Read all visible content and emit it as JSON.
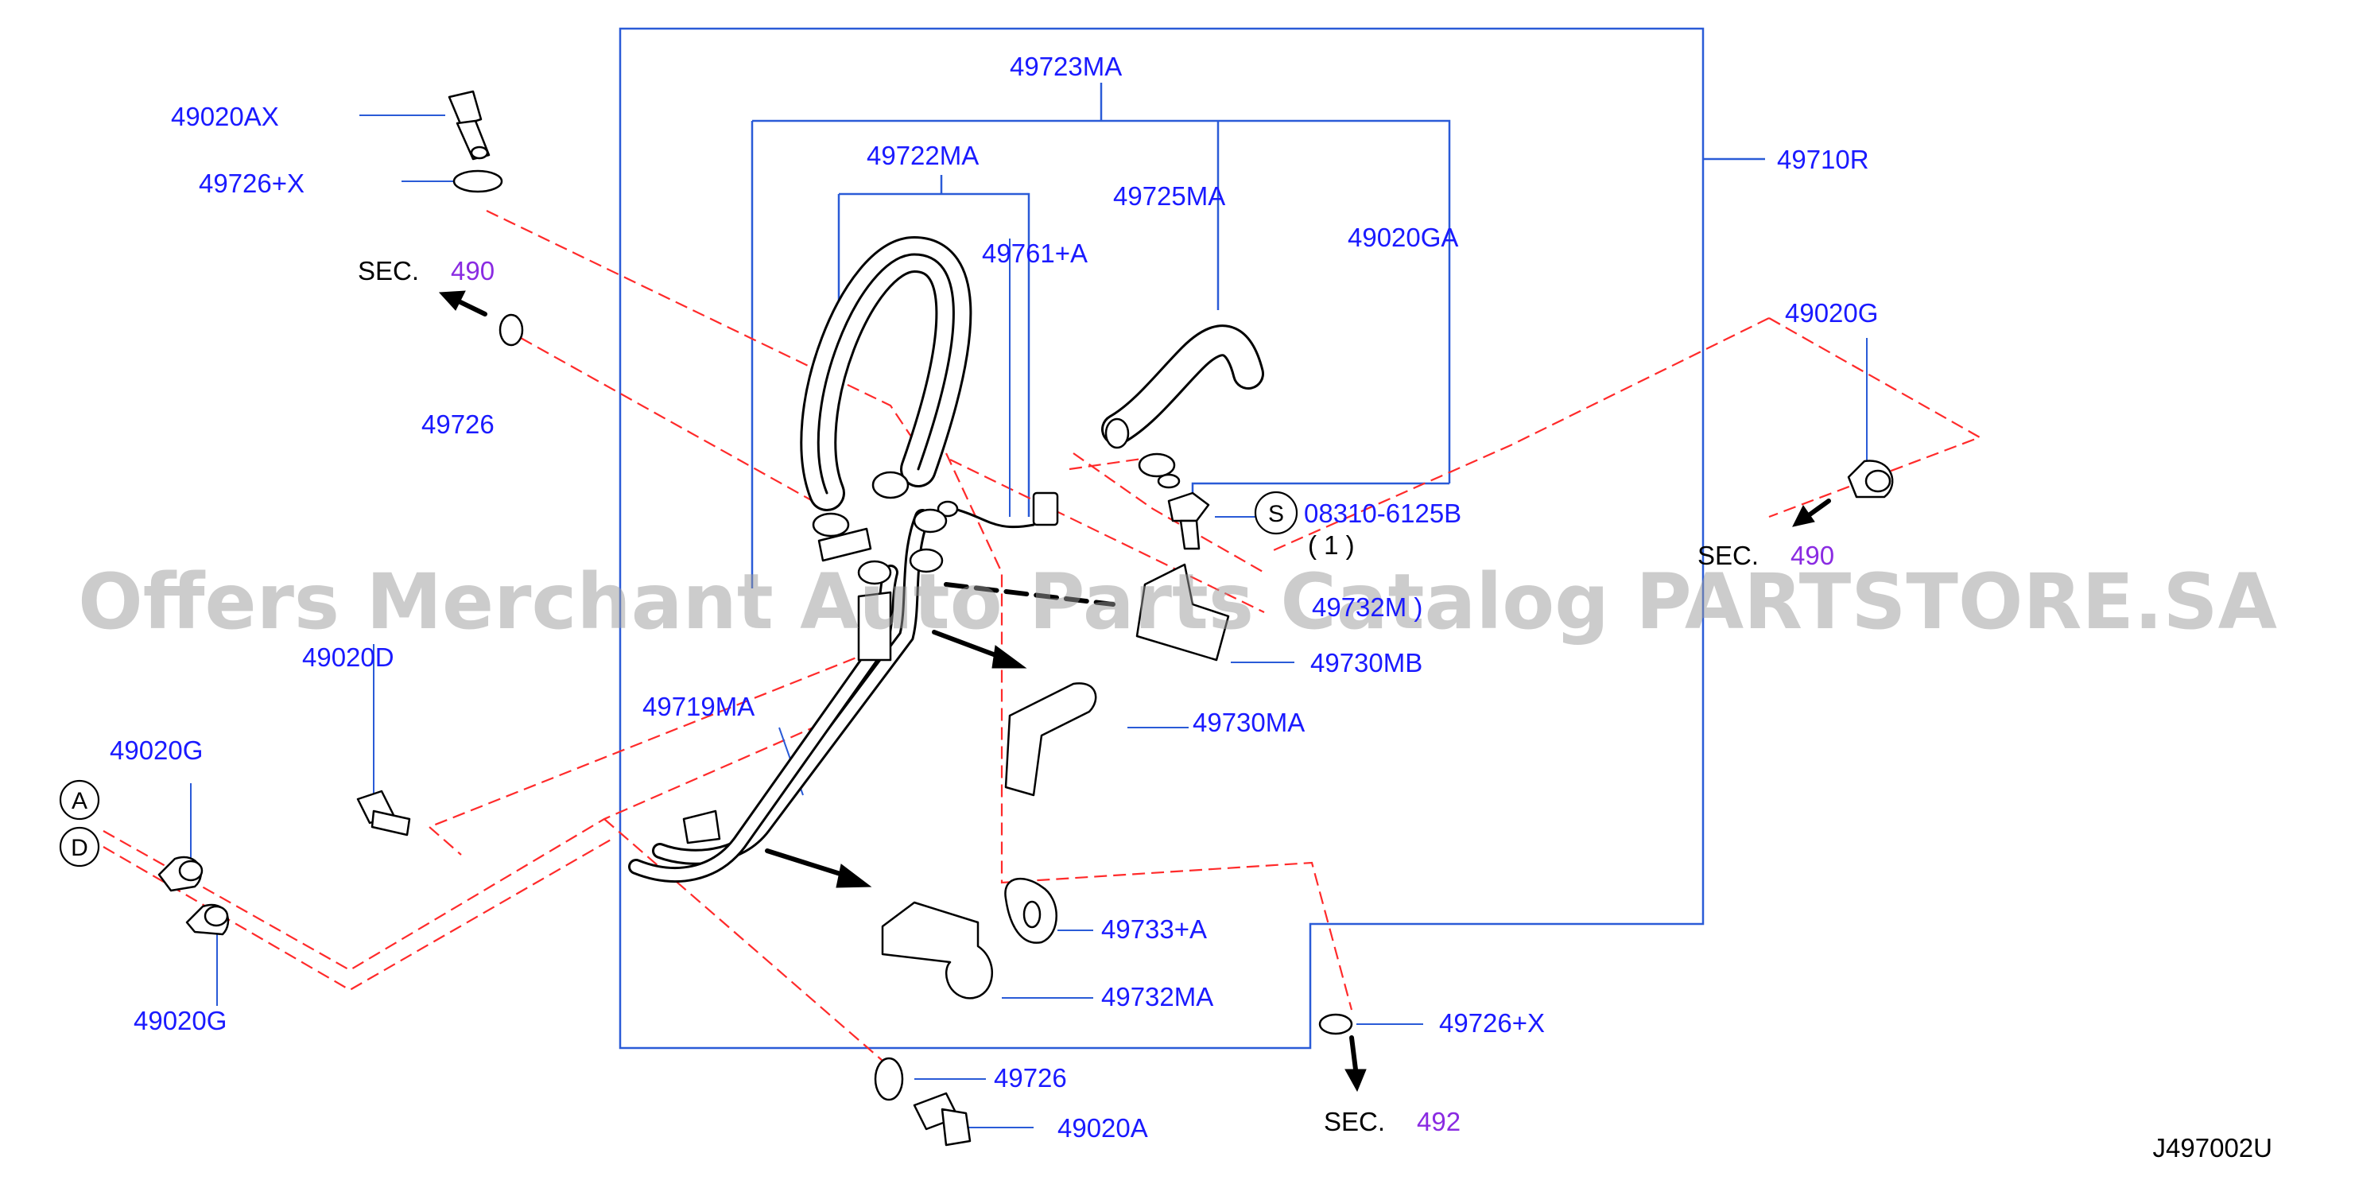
{
  "labels": {
    "p49020AX": "49020AX",
    "p49726X_top": "49726+X",
    "p49726_left": "49726",
    "p49723MA": "49723MA",
    "p49722MA": "49722MA",
    "p49725MA": "49725MA",
    "p49020GA": "49020GA",
    "p49761A": "49761+A",
    "p49710R": "49710R",
    "p49020G_right": "49020G",
    "p08310": "08310-6125B",
    "p08310_qty": "( 1 )",
    "p49732M": "49732M )",
    "p49730MB": "49730MB",
    "p49730MA": "49730MA",
    "p49020D": "49020D",
    "p49719MA": "49719MA",
    "p49020G_left_top": "49020G",
    "p49020G_left_bottom": "49020G",
    "p49733A": "49733+A",
    "p49732MA": "49732MA",
    "p49726X_bottom": "49726+X",
    "p49726_bottom": "49726",
    "p49020A": "49020A",
    "diagram_code": "J497002U"
  },
  "sections": {
    "sec_word": "SEC.",
    "sec_top_left": "490",
    "sec_right": "490",
    "sec_bottom": "492"
  },
  "markers": {
    "circle_a": "A",
    "circle_d": "D",
    "circle_s": "S"
  },
  "watermark": "Offers Merchant Auto Parts Catalog PARTSTORE.SA",
  "colors": {
    "label": "#1a1aff",
    "section_number": "#8a2be2",
    "dashed_line": "#ff2a2a",
    "frame_line": "#2a5bd7"
  }
}
